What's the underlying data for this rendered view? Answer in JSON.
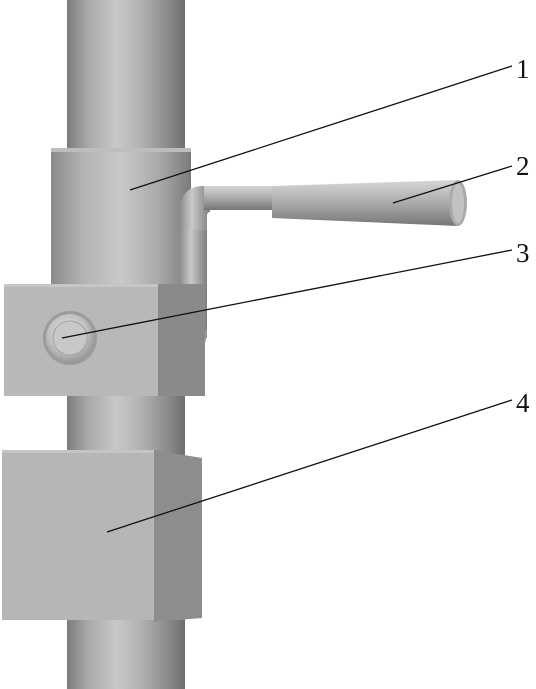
{
  "callouts": [
    {
      "id": "1",
      "label": "1"
    },
    {
      "id": "2",
      "label": "2"
    },
    {
      "id": "3",
      "label": "3"
    },
    {
      "id": "4",
      "label": "4"
    }
  ],
  "colors": {
    "background": "#ffffff",
    "metal_light": "#c4c4c4",
    "metal_mid": "#a6a6a6",
    "metal_dark": "#6f6f6f",
    "leader_line": "#111111"
  }
}
